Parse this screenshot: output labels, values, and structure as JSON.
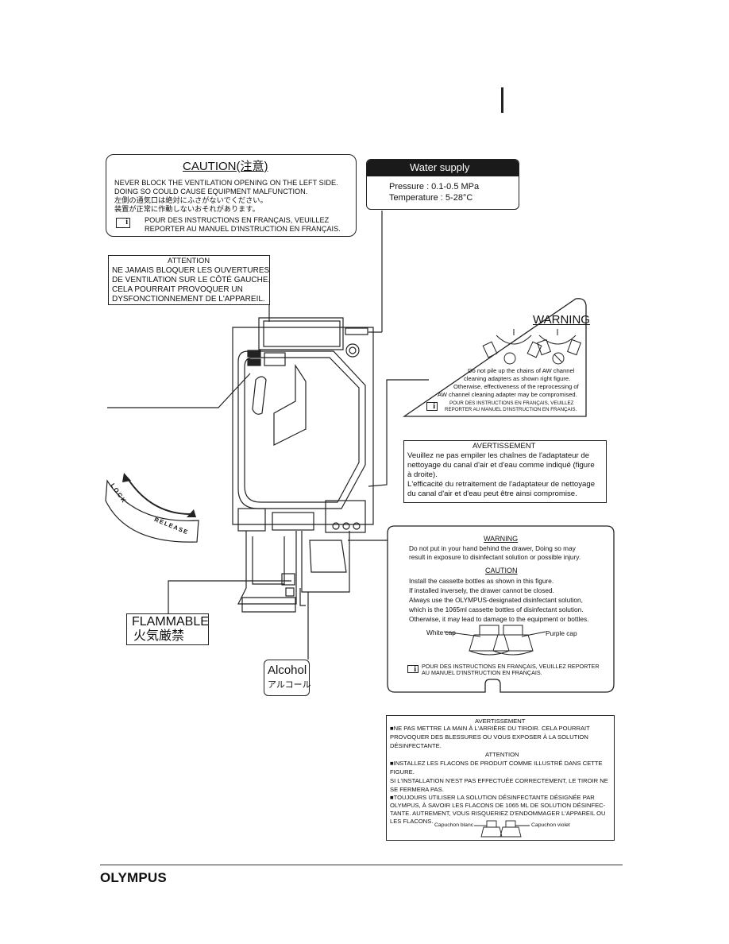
{
  "caution_label": {
    "title": "CAUTION(注意)",
    "line1": "NEVER BLOCK THE VENTILATION OPENING ON THE LEFT SIDE.",
    "line2": "DOING SO COULD CAUSE EQUIPMENT MALFUNCTION.",
    "line3": "左側の通気口は絶対にふさがないでください。",
    "line4": "装置が正常に作動しないおそれがあります。",
    "fr1": "POUR DES INSTRUCTIONS EN FRANÇAIS, VEUILLEZ",
    "fr2": "REPORTER AU MANUEL D'INSTRUCTION EN FRANÇAIS."
  },
  "water_supply": {
    "title": "Water supply",
    "pressure": "Pressure      : 0.1-0.5 MPa",
    "temperature": "Temperature : 5-28°C"
  },
  "attention_label": {
    "title": "ATTENTION",
    "l1": "NE JAMAIS BLOQUER LES OUVERTURES",
    "l2": "DE VENTILATION SUR LE CÔTÉ GAUCHE.",
    "l3": "CELA POURRAIT PROVOQUER UN",
    "l4": "DYSFONCTIONNEMENT DE L'APPAREIL."
  },
  "warning_label": {
    "title": "WARNING",
    "l1": "Do not pile up the chains of AW channel",
    "l2": "cleaning adapters as shown right figure.",
    "l3": "Otherwise, effectiveness of the reprocessing of",
    "l4": "AW channel cleaning adapter may be compromised.",
    "fr1": "POUR DES INSTRUCTIONS EN FRANÇAIS, VEUILLEZ",
    "fr2": "REPORTER AU MANUEL D'INSTRUCTION EN FRANÇAIS."
  },
  "avertissement_label": {
    "title": "AVERTISSEMENT",
    "l1": "Veuillez ne pas empiler les chaînes de l'adaptateur de",
    "l2": "nettoyage du canal d'air et d'eau  comme indiqué (figure",
    "l3": "à droite).",
    "l4": "L'efficacité du retraitement de l'adaptateur de nettoyage",
    "l5": "du canal d'air et d'eau peut être ainsi compromise."
  },
  "lock_label": {
    "lock": "LOCK",
    "release": "RELEASE"
  },
  "flammable_label": {
    "en": "FLAMMABLE",
    "jp": "火気厳禁"
  },
  "alcohol_label": {
    "en": "Alcohol",
    "jp": "アルコール"
  },
  "drawer_label": {
    "warning_title": "WARNING",
    "w1": "Do not put in your hand behind the drawer, Doing so may",
    "w2": "result in exposure to disinfectant solution or possible injury.",
    "caution_title": "CAUTION",
    "c1": "Install the cassette bottles as shown in this figure.",
    "c2": "If installed inversely, the drawer cannot be closed.",
    "c3": "Always use the OLYMPUS-designated disinfectant solution,",
    "c4": "which is the 1065ml cassette bottles of disinfectant solution.",
    "c5": "Otherwise, it may lead to damage to the equipment or bottles.",
    "white_cap": "White cap",
    "purple_cap": "Purple cap",
    "fr1": "POUR DES INSTRUCTIONS EN FRANÇAIS, VEUILLEZ REPORTER",
    "fr2": "AU MANUEL D'INSTRUCTION EN FRANÇAIS."
  },
  "french_drawer_label": {
    "avert_title": "AVERTISSEMENT",
    "a1": "■NE PAS METTRE LA MAIN À L'ARRIÈRE DU TIROIR. CELA POURRAIT",
    "a2": "PROVOQUER DES BLESSURES OU VOUS EXPOSER À LA SOLUTION",
    "a3": "DÉSINFECTANTE.",
    "att_title": "ATTENTION",
    "b1": "■INSTALLEZ LES FLACONS DE PRODUIT COMME ILLUSTRÉ DANS CETTE",
    "b2": "FIGURE.",
    "b3": " SI L'INSTALLATION N'EST PAS EFFECTUÉE CORRECTEMENT, LE TIROIR NE",
    "b4": "SE FERMERA PAS.",
    "b5": "■TOUJOURS UTILISER LA SOLUTION DÉSINFECTANTE DÉSIGNÉE PAR",
    "b6": "OLYMPUS, À SAVOIR LES FLACONS DE 1065 ML DE SOLUTION DÉSINFEC-",
    "b7": "TANTE. AUTREMENT, VOUS RISQUERIEZ D'ENDOMMAGER L'APPAREIL OU",
    "b8": "LES FLACONS.",
    "cap_blanc": "Capuchon blanc",
    "cap_violet": "Capuchon violet"
  },
  "footer": {
    "logo": "OLYMPUS"
  }
}
